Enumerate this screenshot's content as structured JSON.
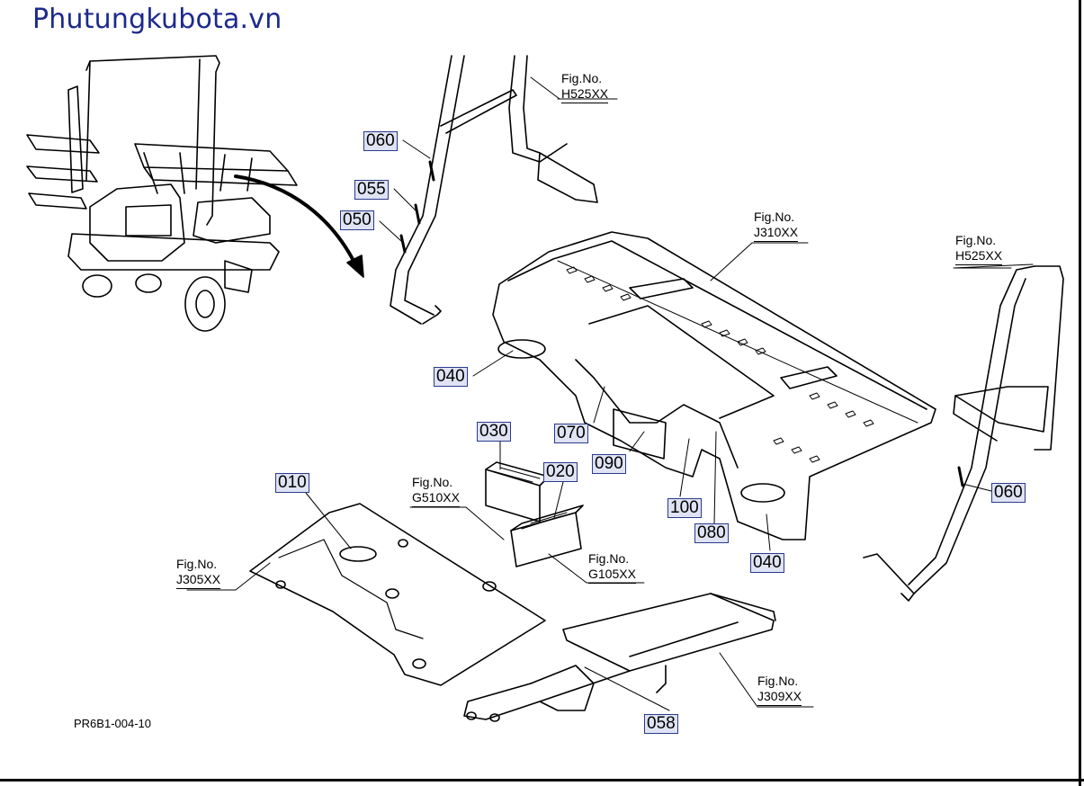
{
  "watermark": "Phutungkubota.vn",
  "diagram_code": "PR6B1-004-10",
  "part_labels": {
    "p010": "010",
    "p020": "020",
    "p030": "030",
    "p040_left": "040",
    "p040_right": "040",
    "p050": "050",
    "p055": "055",
    "p058": "058",
    "p060_left": "060",
    "p060_right": "060",
    "p070": "070",
    "p080": "080",
    "p090": "090",
    "p100": "100"
  },
  "fig_refs": {
    "h525_top": {
      "fig_no": "Fig.No.",
      "code": "H525XX"
    },
    "j310": {
      "fig_no": "Fig.No.",
      "code": "J310XX"
    },
    "h525_right": {
      "fig_no": "Fig.No.",
      "code": "H525XX"
    },
    "g510": {
      "fig_no": "Fig.No.",
      "code": "G510XX"
    },
    "j305": {
      "fig_no": "Fig.No.",
      "code": "J305XX"
    },
    "g105": {
      "fig_no": "Fig.No.",
      "code": "G105XX"
    },
    "j309": {
      "fig_no": "Fig.No.",
      "code": "J309XX"
    }
  }
}
